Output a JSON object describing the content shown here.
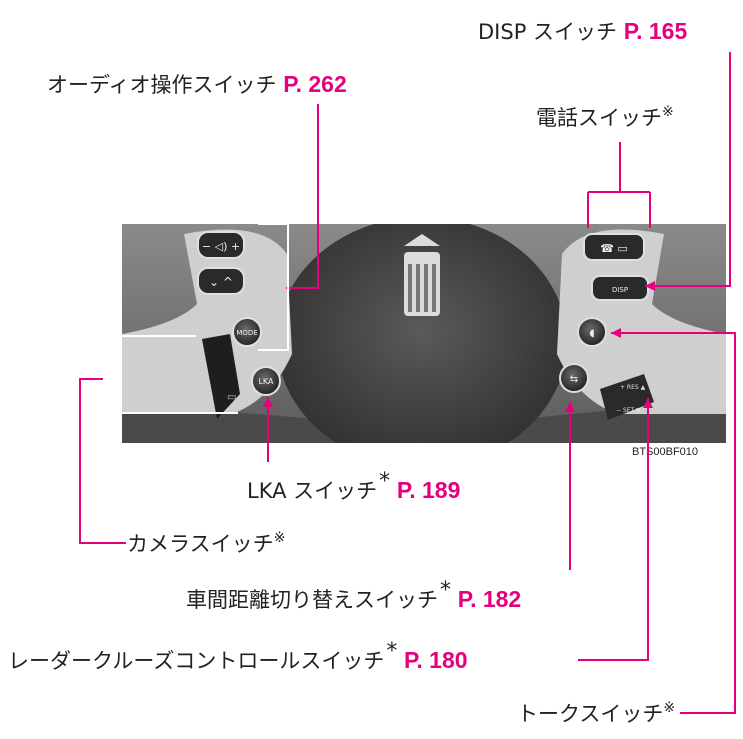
{
  "labels": {
    "disp": {
      "text": "DISP スイッチ",
      "page": "P. 165"
    },
    "audio": {
      "text": "オーディオ操作スイッチ",
      "page": "P. 262"
    },
    "phone": {
      "text": "電話スイッチ",
      "mark": "※"
    },
    "lka": {
      "text": "LKA スイッチ",
      "star": "*",
      "page": "P. 189"
    },
    "camera": {
      "text": "カメラスイッチ",
      "mark": "※"
    },
    "distance": {
      "text": "車間距離切り替えスイッチ",
      "star": "*",
      "page": "P. 182"
    },
    "radar": {
      "text": "レーダークルーズコントロールスイッチ",
      "star": "*",
      "page": "P. 180"
    },
    "talk": {
      "text": "トークスイッチ",
      "mark": "※"
    }
  },
  "photo": {
    "code": "BTS00BF010",
    "buttons": {
      "volume": "− ◁) +",
      "mode": "MODE",
      "lka": "LKA",
      "disp": "DISP",
      "res": "+ RES ▲",
      "set": "− SET ▼"
    }
  },
  "colors": {
    "accent": "#e6007e",
    "leader": "#e6007e"
  }
}
